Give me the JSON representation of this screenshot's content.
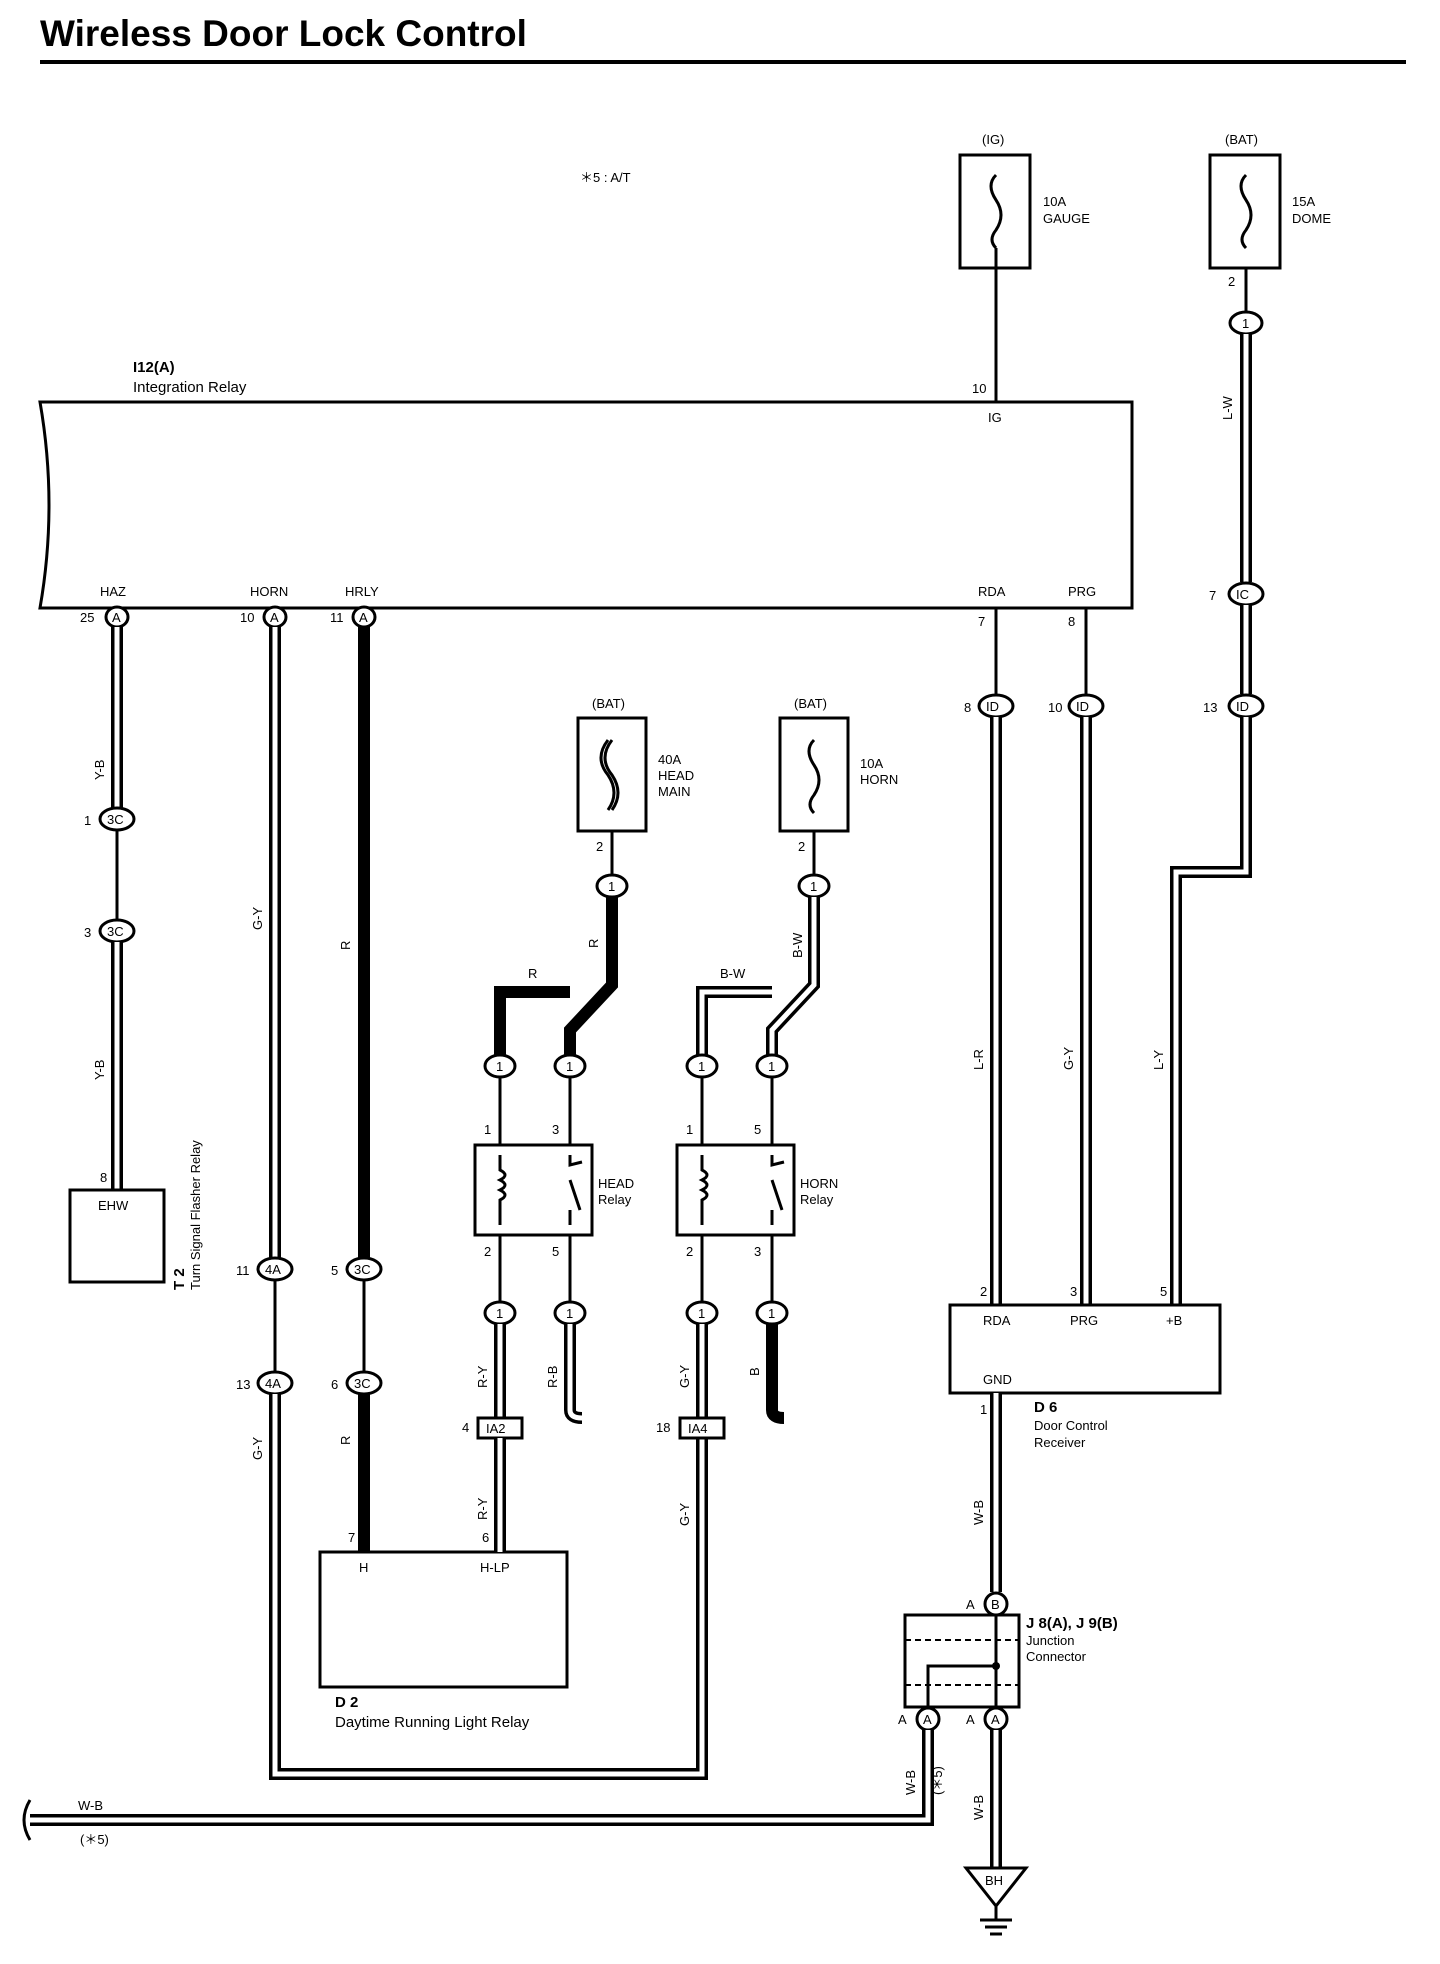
{
  "title": "Wireless Door Lock Control",
  "note": "＊5 : A/T",
  "fuses": {
    "ig": {
      "source": "(IG)",
      "rating": "10A",
      "name": "GAUGE"
    },
    "bat_dome": {
      "source": "(BAT)",
      "rating": "15A",
      "name": "DOME"
    },
    "bat_head": {
      "source": "(BAT)",
      "rating": "40A",
      "name1": "HEAD",
      "name2": "MAIN"
    },
    "bat_horn": {
      "source": "(BAT)",
      "rating": "10A",
      "name": "HORN"
    }
  },
  "integration_relay": {
    "id": "I12(A)",
    "name": "Integration Relay",
    "pins": {
      "haz": "HAZ",
      "horn": "HORN",
      "hrly": "HRLY",
      "ig": "IG",
      "rda": "RDA",
      "prg": "PRG"
    }
  },
  "turn_relay": {
    "id": "T 2",
    "name": "Turn Signal Flasher Relay",
    "pin": "EHW"
  },
  "head_relay": {
    "name1": "HEAD",
    "name2": "Relay"
  },
  "horn_relay": {
    "name1": "HORN",
    "name2": "Relay"
  },
  "drl_relay": {
    "id": "D 2",
    "name": "Daytime Running Light Relay",
    "pin_h": "H",
    "pin_hlp": "H-LP"
  },
  "door_receiver": {
    "id": "D 6",
    "name1": "Door Control",
    "name2": "Receiver",
    "pin_rda": "RDA",
    "pin_prg": "PRG",
    "pin_b": "+B",
    "pin_gnd": "GND"
  },
  "junction": {
    "id": "J 8(A), J 9(B)",
    "name1": "Junction",
    "name2": "Connector"
  },
  "ground": "BH",
  "wires": {
    "yb": "Y-B",
    "gy": "G-Y",
    "r": "R",
    "bw": "B-W",
    "lr": "L-R",
    "ly": "L-Y",
    "lw": "L-W",
    "ry": "R-Y",
    "rb": "R-B",
    "b": "B",
    "wb": "W-B",
    "s5": "(＊5)"
  },
  "connectors": {
    "a": "A",
    "b": "B",
    "c3": "3C",
    "a4": "4A",
    "ic": "IC",
    "id": "ID",
    "ia2": "IA2",
    "ia4": "IA4",
    "one": "1"
  },
  "pin_numbers": {
    "n1": "1",
    "n2": "2",
    "n3": "3",
    "n4": "4",
    "n5": "5",
    "n6": "6",
    "n7": "7",
    "n8": "8",
    "n10": "10",
    "n11": "11",
    "n13": "13",
    "n18": "18",
    "n25": "25"
  }
}
